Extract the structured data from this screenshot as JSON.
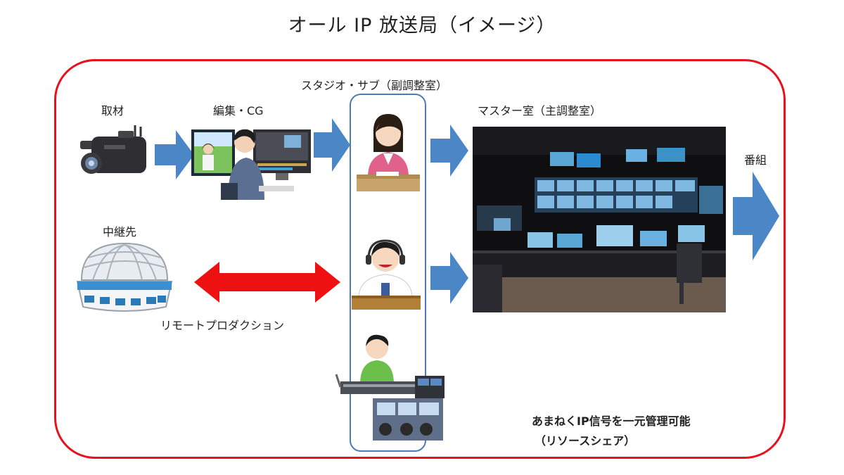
{
  "title": "オール IP 放送局（イメージ）",
  "labels": {
    "studio_sub": "スタジオ・サブ（副調整室）",
    "coverage": "取材",
    "editing": "編集・CG",
    "master": "マスター室（主調整室）",
    "program": "番組",
    "relay": "中継先",
    "remote": "リモートプロダクション"
  },
  "note": {
    "line1": "あまねくIP信号を一元管理可能",
    "line2": "（リソースシェア）"
  },
  "colors": {
    "frame": "#e8121e",
    "studio_border": "#4e7bb8",
    "arrow_blue": "#4b86c6",
    "arrow_red": "#ee1111"
  }
}
